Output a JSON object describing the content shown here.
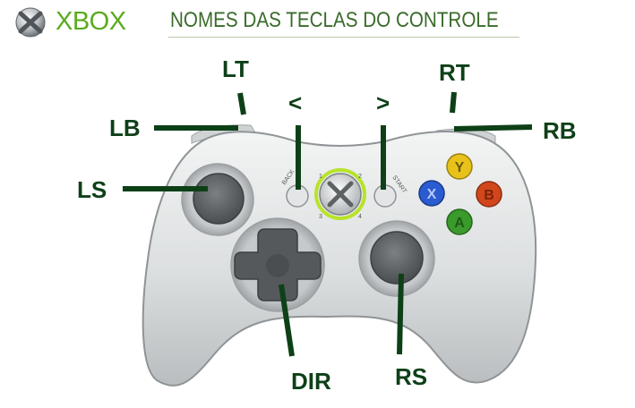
{
  "header": {
    "brand": "XBOX",
    "title": "NOMES DAS TECLAS DO CONTROLE"
  },
  "labels": {
    "lt": "LT",
    "rt": "RT",
    "lb": "LB",
    "rb": "RB",
    "ls": "LS",
    "back": "<",
    "start": ">",
    "dir": "DIR",
    "rs": "RS"
  },
  "controller": {
    "face_buttons": {
      "y": "Y",
      "x": "X",
      "b": "B",
      "a": "A"
    },
    "back_text": "BACK",
    "start_text": "START",
    "ring_numbers": [
      "1",
      "2",
      "3",
      "4"
    ]
  },
  "colors": {
    "brand_green": "#5aab1e",
    "label_green": "#0e4018",
    "button_y": "#e8c21a",
    "button_x": "#2a5bd1",
    "button_b": "#d2461c",
    "button_a": "#3b9a2c",
    "guide_ring": "#b8e32a"
  }
}
